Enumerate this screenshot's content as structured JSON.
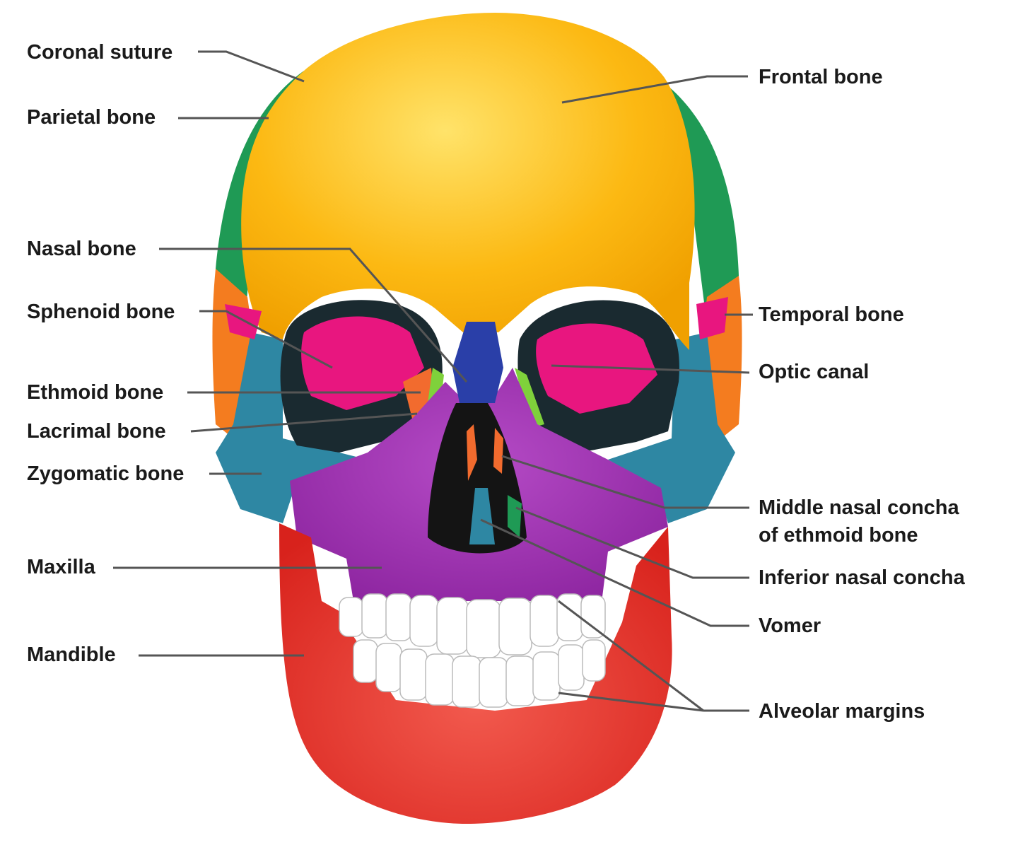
{
  "colors": {
    "frontal": "#FCB913",
    "parietal": "#1F9A55",
    "temporal": "#F47C1F",
    "sphenoid": "#E8167F",
    "zygomatic": "#2E87A3",
    "nasal": "#2A3FA8",
    "maxilla": "#9B2DAE",
    "mandible": "#E02D24",
    "lacrimal": "#7FD13B",
    "ethmoid": "#F26B2E",
    "teeth": "#FFFFFF",
    "leader": "#555555"
  },
  "labels": {
    "coronal_suture": "Coronal suture",
    "parietal_bone": "Parietal bone",
    "nasal_bone": "Nasal bone",
    "sphenoid_bone": "Sphenoid bone",
    "ethmoid_bone": "Ethmoid bone",
    "lacrimal_bone": "Lacrimal bone",
    "zygomatic_bone": "Zygomatic bone",
    "maxilla": "Maxilla",
    "mandible": "Mandible",
    "frontal_bone": "Frontal bone",
    "temporal_bone": "Temporal bone",
    "optic_canal": "Optic canal",
    "middle_nasal_concha_1": "Middle nasal concha",
    "middle_nasal_concha_2": "of ethmoid bone",
    "inferior_nasal_concha": "Inferior nasal concha",
    "vomer": "Vomer",
    "alveolar_margins": "Alveolar margins"
  }
}
